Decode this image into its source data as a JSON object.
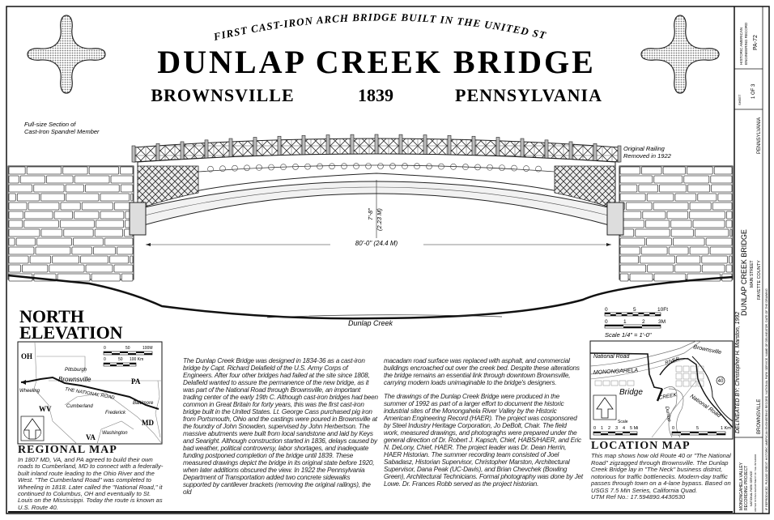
{
  "header": {
    "arc_title": "FIRST CAST-IRON ARCH BRIDGE BUILT IN THE UNITED STATES",
    "title": "DUNLAP CREEK BRIDGE",
    "city": "BROWNSVILLE",
    "year": "1839",
    "state": "PENNSYLVANIA"
  },
  "drawing": {
    "spandrel_label_1": "Full-size Section of",
    "spandrel_label_2": "Cast-Iron Spandrel Member",
    "railing_label_1": "Original Railing",
    "railing_label_2": "Removed in 1922",
    "rise_label": "7'-8\"",
    "rise_metric": "(2.23 M)",
    "span_label": "80'-0\" (24.4 M)",
    "creek_label": "Dunlap Creek",
    "section_title_1": "NORTH",
    "section_title_2": "ELEVATION",
    "scale": {
      "ft_ticks": [
        "0",
        "5",
        "10Ft"
      ],
      "m_ticks": [
        "0",
        "1",
        "2",
        "3M"
      ],
      "caption": "Scale 1/4\" = 1'-0\""
    }
  },
  "regional_map": {
    "labels": {
      "oh": "OH",
      "pa": "PA",
      "wv": "WV",
      "md": "MD",
      "va": "VA",
      "pittsburgh": "Pittsburgh",
      "brownsville": "Brownsville",
      "wheeling": "Wheeling",
      "road": "THE NATIONAL ROAD",
      "cumberland": "Cumberland",
      "frederick": "Frederick",
      "baltimore": "Baltimore",
      "washington": "Washington"
    },
    "scale_mi": [
      "0",
      "50",
      "100M"
    ],
    "scale_km": [
      "0",
      "50",
      "100 Km"
    ],
    "title": "REGIONAL MAP",
    "text": "In 1807 MD, VA, and PA agreed to build their own roads to Cumberland, MD to connect with a federally-built inland route leading to the Ohio River and the West. \"The Cumberland Road\" was completed to Wheeling in 1818. Later called the \"National Road,\" it continued to Columbus, OH and eventually to St. Louis on the Mississippi. Today the route is known as U.S. Route 40."
  },
  "history": {
    "p1": "The Dunlap Creek Bridge was designed in 1834-36 as a cast-iron bridge by Capt. Richard Delafield of the U.S. Army Corps of Engineers. After four other bridges had failed at the site since 1808, Delafield wanted to assure the permanence of the new bridge, as it was part of the National Road through Brownsville, an important trading center of the early 19th C. Although cast-iron bridges had been common in Great Britain for forty years, this was the first cast-iron bridge built in the United States. Lt. George Cass purchased pig iron from Portsmouth, Ohio and the castings were poured in Brownsville at the foundry of John Snowden, supervised by John Herbertson. The massive abutments were built from local sandstone and laid by Keys and Searight. Although construction started in 1836, delays caused by bad weather, political controversy, labor shortages, and inadequate funding postponed completion of the bridge until 1839. These measured drawings depict the bridge in its original state before 1920, when later additions obscured the view. In 1922 the Pennsylvania Department of Transportation added two concrete sidewalks supported by cantilever brackets (removing the original railings), the old",
    "p2": "macadam road surface was replaced with asphalt, and commercial buildings encroached out over the creek bed. Despite these alterations the bridge remains an essential link through downtown Brownsville, carrying modern loads unimaginable to the bridge's designers.",
    "p3": "The drawings of the Dunlap Creek Bridge were produced in the summer of 1992 as part of a larger effort to document the historic industrial sites of the Monongahela River Valley by the Historic American Engineering Record (HAER). The project was cosponsored by Steel Industry Heritage Corporation, Jo DeBolt, Chair. The field work, measured drawings, and photograghs were prepared under the general direction of Dr. Robert J. Kapsch, Chief, HABS/HAER, and Eric N. DeLony, Chief, HAER. The project leader was Dr. Dean Herrin, HAER Historian. The summer recording team consisted of Joel Sabadasz, Historian Supervisor, Christopher Marston, Architectural Supervisor, Dana Peak (UC-Davis), and Brian Chevchek (Bowling Green), Architectural Technicians. Formal photography was done by Jet Lowe. Dr. Frances Robb served as the project historian."
  },
  "location_map": {
    "labels": {
      "national_road_1": "National Road",
      "river": "RIVER",
      "monongahela": "MONONGAHELA",
      "brownsville": "Brownsville",
      "route": "40",
      "bridge": "Bridge",
      "creek": "CREEK",
      "dunlap": "Dunlap",
      "national_road_2": "National Road",
      "scale": "Scale"
    },
    "scale_mi": [
      "0",
      "1",
      "2",
      "3",
      "4",
      "5 Mi"
    ],
    "scale_km": [
      "0",
      "5",
      "1 Km"
    ],
    "title": "LOCATION MAP",
    "text": "This map shows how old Route 40 or \"The National Road\" zigzagged through Brownsville. The Dunlap Creek Bridge lay in \"The Neck\" business district, notorious for traffic bottlenecks. Modern-day traffic passes through town on a 4-lane bypass. Based on USGS 7.5 Min Series, California Quad.",
    "utm": "UTM Ref No.: 17.594890.4430530"
  },
  "title_block": {
    "delineated": "DELINEATED BY: Christopher H. Marston, 1992",
    "project_1": "MONONGAHELA VALLEY",
    "project_2": "RECORDING PROJECT",
    "agency_1": "NATIONAL PARK SERVICE",
    "agency_2": "UNITED STATES DEPARTMENT OF THE INTERIOR",
    "city": "BROWNSVILLE",
    "name": "DUNLAP CREEK BRIDGE",
    "street": "MAIN STREET",
    "county": "FAYETTE COUNTY",
    "state": "PENNSYLVANIA",
    "sheet_label": "SHEET",
    "sheet": "1 OF 3",
    "record_1": "HISTORIC AMERICAN",
    "record_2": "ENGINEERING RECORD",
    "record_no": "PA-72",
    "credit": "IF REPRODUCED, PLEASE CREDIT: HISTORIC AMERICAN ENGINEERING RECORD, NATIONAL PARK SERVICE, NAME OF DELINEATOR, DATE OF THE DRAWING"
  }
}
